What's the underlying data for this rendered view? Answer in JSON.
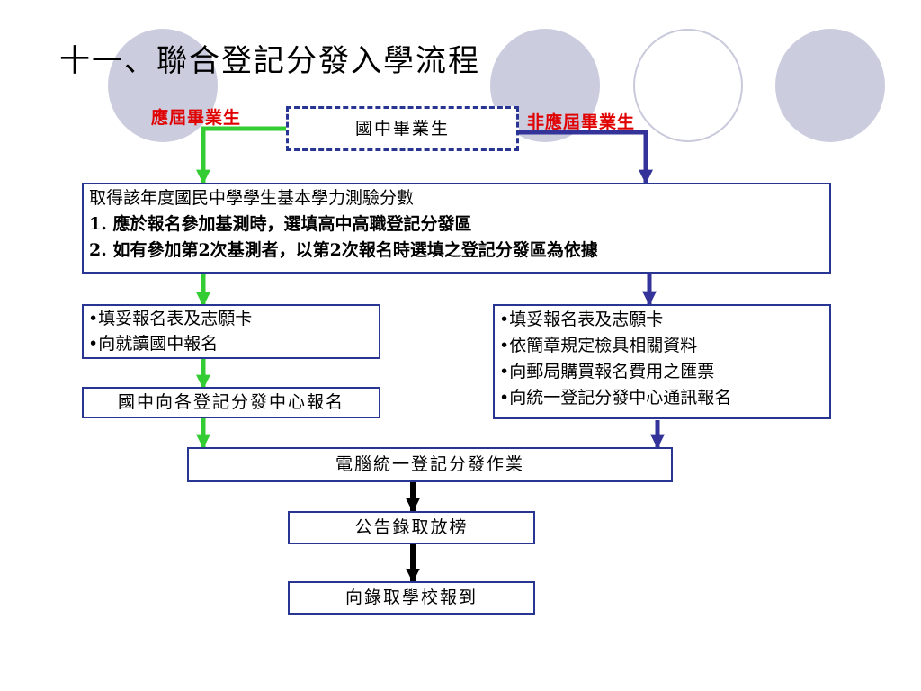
{
  "title": "十一、聯合登記分發入學流程",
  "colors": {
    "green_path": "#33cc33",
    "blue_path": "#333399",
    "black_path": "#000000",
    "label_red": "#e00000",
    "box_border": "#283593",
    "deco_circle": "#ccccdf"
  },
  "diagram": {
    "start": "國中畢業生",
    "left_branch_label": "應屆畢業生",
    "right_branch_label": "非應屆畢業生",
    "test": {
      "line1": "取得該年度國民中學學生基本學力測驗分數",
      "line2": "1.  應於報名參加基測時，選填高中高職登記分發區",
      "line3": "2.  如有參加第2次基測者，以第2次報名時選填之登記分發區為依據"
    },
    "left_steps": [
      "•填妥報名表及志願卡",
      "•向就讀國中報名"
    ],
    "left_register": "國中向各登記分發中心報名",
    "right_steps": [
      "•填妥報名表及志願卡",
      "•依簡章規定檢具相關資料",
      "•向郵局購買報名費用之匯票",
      "•向統一登記分發中心通訊報名"
    ],
    "process": "電腦統一登記分發作業",
    "announce": "公告錄取放榜",
    "report": "向錄取學校報到"
  }
}
